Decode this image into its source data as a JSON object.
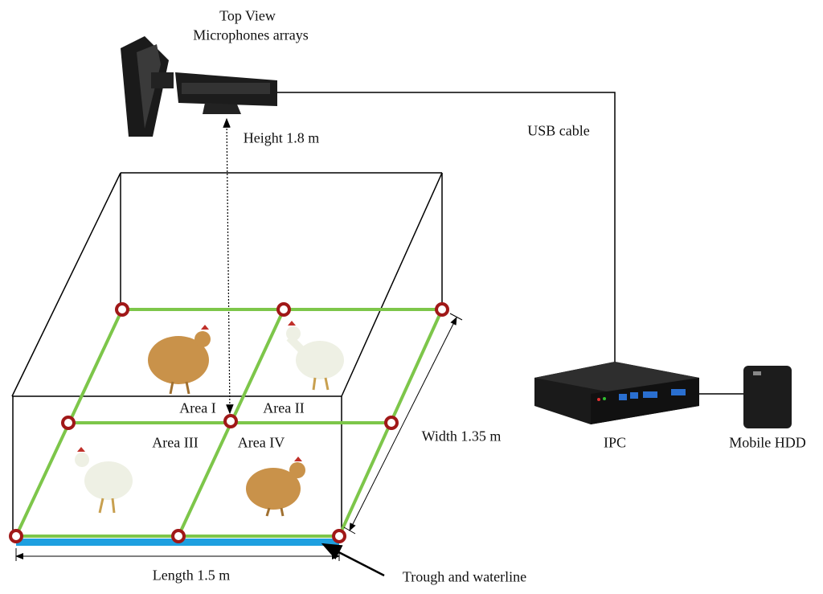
{
  "labels": {
    "top_view": "Top View",
    "microphones": "Microphones arrays",
    "height": "Height 1.8 m",
    "usb": "USB cable",
    "area1": "Area I",
    "area2": "Area II",
    "area3": "Area III",
    "area4": "Area IV",
    "width": "Width 1.35 m",
    "length": "Length 1.5 m",
    "trough": "Trough and waterline",
    "ipc": "IPC",
    "hdd": "Mobile HDD"
  },
  "colors": {
    "grid": "#7dc64a",
    "node": "#a01818",
    "water": "#1ea0e0"
  }
}
